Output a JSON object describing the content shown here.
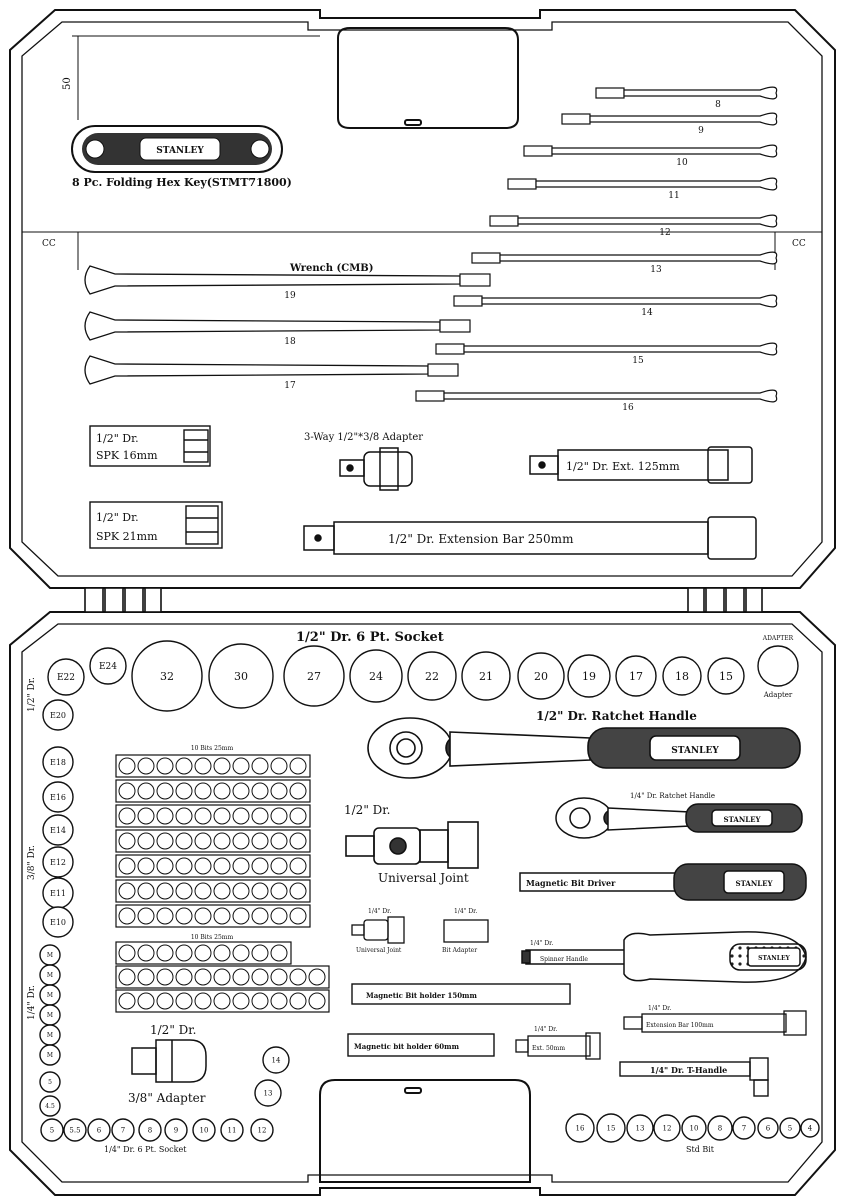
{
  "labels": {
    "dimension": "50",
    "hex_key": "8 Pc. Folding Hex Key(STMT71800)",
    "hex_brand": "STANLEY",
    "wrench_caption": "Wrench (CMB)",
    "cc_left": "CC",
    "cc_right": "CC",
    "spk16_line1": "1/2\" Dr.",
    "spk16_line2": "SPK 16mm",
    "spk21_line1": "1/2\" Dr.",
    "spk21_line2": "SPK 21mm",
    "adapter_3way": "3-Way 1/2\"*3/8 Adapter",
    "ext125": "1/2\" Dr. Ext. 125mm",
    "ext250": "1/2\" Dr. Extension Bar 250mm",
    "socket_title": "1/2\" Dr. 6 Pt. Socket",
    "adapter_circle_top": "ADAPTER",
    "adapter_circle_bottom": "Adapter",
    "ratchet_half": "1/2\" Dr. Ratchet Handle",
    "ratchet_brand": "STANLEY",
    "ratchet_quarter": "1/4\" Dr. Ratchet Handle",
    "ratchet_quarter_brand": "STANLEY",
    "uj_half_line1": "1/2\" Dr.",
    "uj_half_line2": "Universal Joint",
    "magnetic_driver": "Magnetic Bit Driver",
    "magnetic_driver_brand": "STANLEY",
    "uj_quarter_line1": "1/4\" Dr.",
    "uj_quarter_line2": "Universal Joint",
    "bit_adapter_line1": "1/4\" Dr.",
    "bit_adapter_line2": "Bit Adapter",
    "spinner_line1": "1/4\" Dr.",
    "spinner_line2": "Spinner Handle",
    "spinner_brand": "STANLEY",
    "bit_holder_long": "Magnetic Bit holder 150mm",
    "bit_holder_short": "Magnetic bit holder 60mm",
    "small_ext_line1": "1/4\" Dr.",
    "small_ext_line2": "Ext. 50mm",
    "ext100_line1": "1/4\" Dr.",
    "ext100_line2": "Extension Bar 100mm",
    "t_handle": "1/4\" Dr. T-Handle",
    "adapter_half_line1": "1/2\" Dr.",
    "adapter_half_line2": "3/8\" Adapter",
    "quarter_socket_caption": "1/4\" Dr. 6 Pt. Socket",
    "std_bit_caption": "Std Bit",
    "bits_row1_caption": "10 Bits 25mm",
    "bits_row2_caption": "10 Bits 25mm",
    "side_half": "1/2\" Dr.",
    "side_three_eighths": "3/8\" Dr.",
    "side_quarter": "1/4\" Dr."
  },
  "wrench_sizes_right": [
    "8",
    "9",
    "10",
    "11",
    "12",
    "13",
    "14",
    "15",
    "16"
  ],
  "wrench_sizes_left": [
    "19",
    "18",
    "17"
  ],
  "half_inch_sockets": [
    "32",
    "30",
    "27",
    "24",
    "22",
    "21",
    "20",
    "19",
    "17",
    "18",
    "15"
  ],
  "e_sockets_top": [
    "E22",
    "E24"
  ],
  "e_sockets_side": [
    "E20",
    "E18",
    "E16",
    "E14",
    "E12",
    "E11",
    "E10"
  ],
  "quarter_side_sockets": [
    "M",
    "M",
    "M",
    "M",
    "M",
    "M",
    "5",
    "4.5"
  ],
  "quarter_bottom_sockets": [
    "5",
    "5.5",
    "6",
    "7",
    "8",
    "9",
    "10",
    "11",
    "12"
  ],
  "quarter_extra_sockets": [
    "14",
    "13"
  ],
  "std_bits": [
    "16",
    "15",
    "13",
    "12",
    "10",
    "8",
    "7",
    "6",
    "5",
    "4"
  ]
}
